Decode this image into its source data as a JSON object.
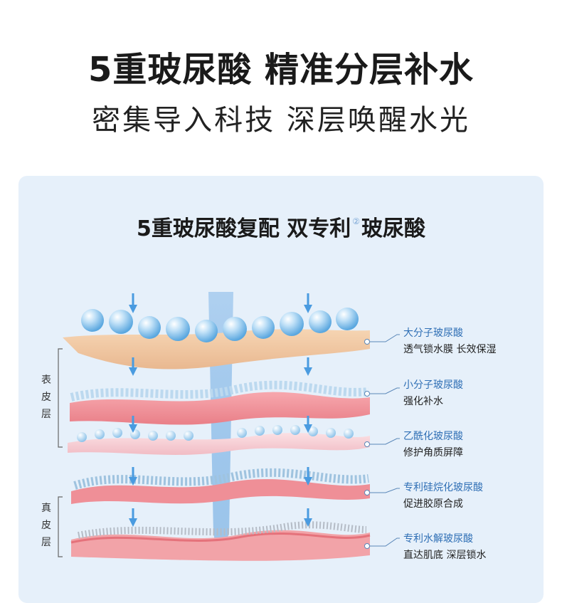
{
  "headline": "5重玻尿酸 精准分层补水",
  "subline": "密集导入科技 深层唤醒水光",
  "card": {
    "title_main": "5重玻尿酸复配 双专利",
    "title_mark": "②",
    "title_end": "玻尿酸"
  },
  "side_labels": {
    "epidermis": "表皮层",
    "dermis": "真皮层"
  },
  "layers": [
    {
      "title": "大分子玻尿酸",
      "desc": "透气锁水膜 长效保湿"
    },
    {
      "title": "小分子玻尿酸",
      "desc": "强化补水"
    },
    {
      "title": "乙酰化玻尿酸",
      "desc": "修护角质屏障"
    },
    {
      "title": "专利硅烷化玻尿酸",
      "desc": "促进胶原合成"
    },
    {
      "title": "专利水解玻尿酸",
      "desc": "直达肌底 深层锁水"
    }
  ],
  "colors": {
    "card_bg": "#e6f0fa",
    "accent_blue": "#2f6fb5",
    "arrow_blue": "#4a9be0",
    "skin_beige": "#f0c9a0",
    "skin_pink": "#ef8f97"
  }
}
